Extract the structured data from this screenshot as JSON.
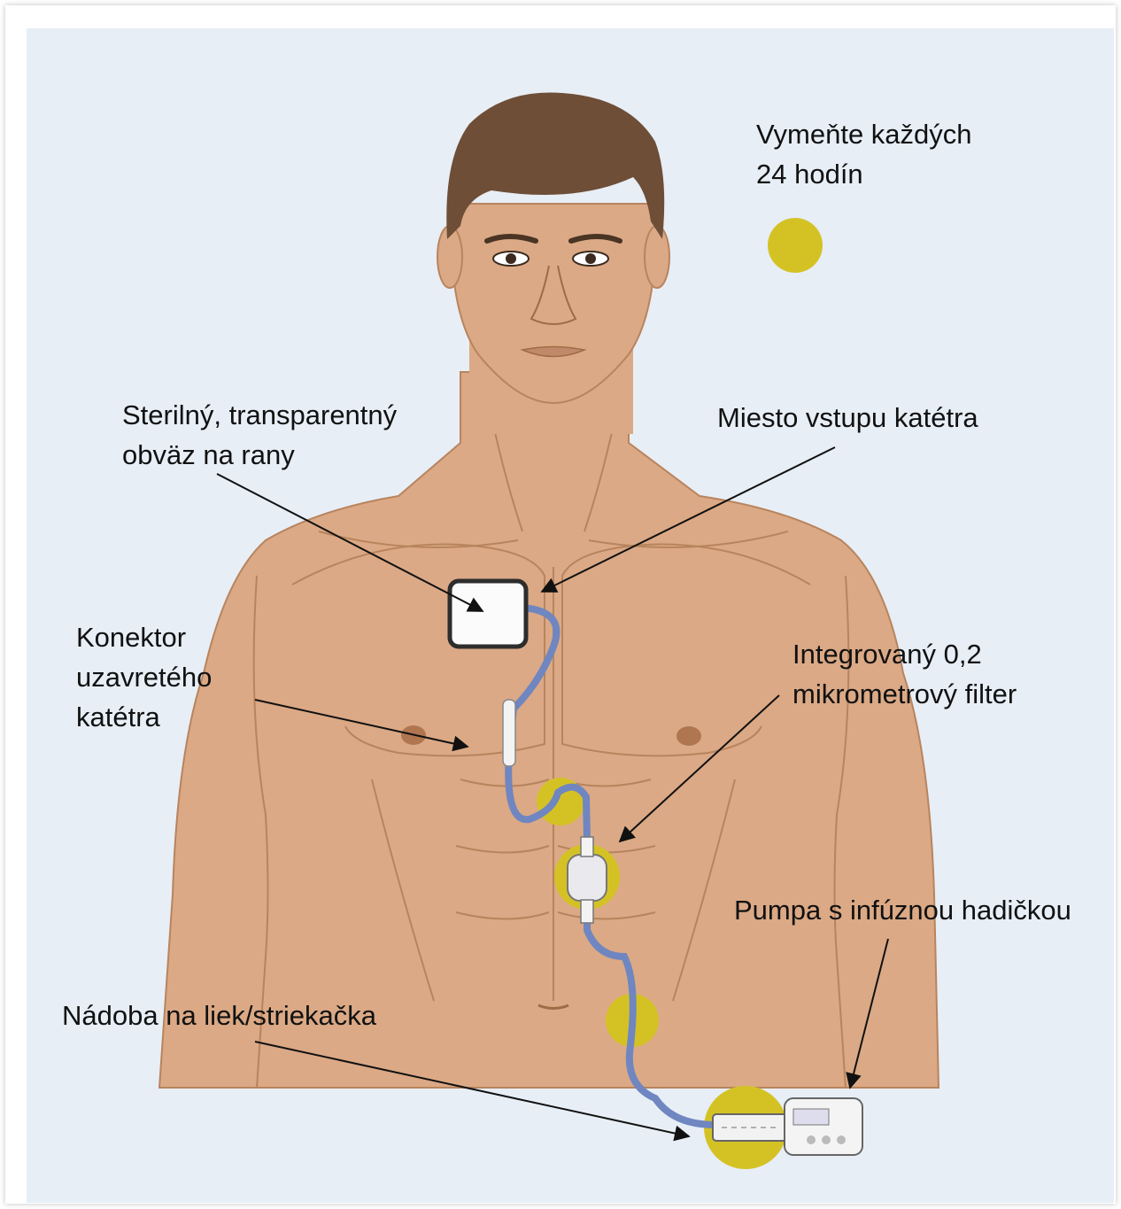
{
  "legend": {
    "line1": "Vymeňte každých",
    "line2": "24 hodín",
    "color": "#d4c225"
  },
  "labels": {
    "dressing": {
      "line1": "Sterilný, transparentný",
      "line2": "obväz na rany"
    },
    "entry_site": "Miesto vstupu katétra",
    "connector": {
      "line1": "Konektor",
      "line2": "uzavretého",
      "line3": "katétra"
    },
    "filter": {
      "line1": "Integrovaný 0,2",
      "line2": "mikrometrový filter"
    },
    "pump": "Pumpa s infúznou hadičkou",
    "container": "Nádoba na liek/striekačka"
  },
  "colors": {
    "skin": "#dba985",
    "skin_line": "#b8845e",
    "hair": "#6e4e36",
    "background": "#e7eef6",
    "tube": "#6f86c0",
    "marker": "#d4c225"
  }
}
